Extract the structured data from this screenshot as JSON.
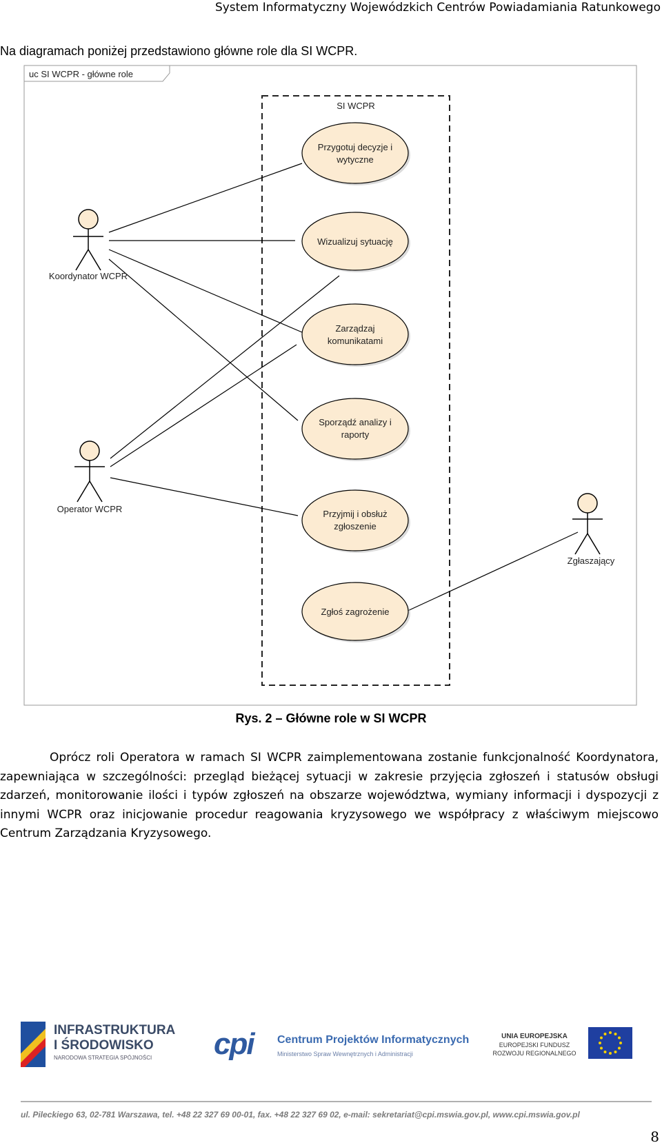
{
  "header": {
    "title": "System Informatyczny Wojewódzkich Centrów Powiadamiania Ratunkowego"
  },
  "intro_text": "Na diagramach poniżej przedstawiono główne  role dla SI WCPR.",
  "diagram": {
    "frame_label": "uc SI WCPR - główne role",
    "boundary_label": "SI WCPR",
    "actors": [
      {
        "name": "Koordynator WCPR"
      },
      {
        "name": "Operator WCPR"
      },
      {
        "name": "Zgłaszający"
      }
    ],
    "use_cases": [
      {
        "line1": "Przygotuj decyzje i",
        "line2": "wytyczne"
      },
      {
        "line1": "Wizualizuj sytuację",
        "line2": ""
      },
      {
        "line1": "Zarządzaj",
        "line2": "komunikatami"
      },
      {
        "line1": "Sporządź analizy i",
        "line2": "raporty"
      },
      {
        "line1": "Przyjmij i obsłuż",
        "line2": "zgłoszenie"
      },
      {
        "line1": "Zgłoś zagrożenie",
        "line2": ""
      }
    ],
    "colors": {
      "use_case_fill": "#fcebd2",
      "actor_fill": "#fcebd2",
      "line": "#000000"
    }
  },
  "caption": "Rys.  2 – Główne role w SI WCPR",
  "paragraph": "Oprócz roli Operatora w ramach SI WCPR zaimplementowana zostanie funkcjonalność Koordynatora, zapewniająca w szczególności: przegląd bieżącej sytuacji w zakresie przyjęcia zgłoszeń i statusów obsługi zdarzeń, monitorowanie ilości i typów zgłoszeń na obszarze województwa, wymiany informacji i dyspozycji z innymi WCPR oraz inicjowanie procedur reagowania kryzysowego we współpracy z właściwym miejscowo Centrum Zarządzania Kryzysowego.",
  "logos": {
    "infrastruktura_line1": "INFRASTRUKTURA",
    "infrastruktura_line2": "I ŚRODOWISKO",
    "infrastruktura_sub": "NARODOWA STRATEGIA SPÓJNOŚCI",
    "cpi_mark": "cpi",
    "cpi_name": "Centrum Projektów Informatycznych",
    "cpi_sub": "Ministerstwo Spraw Wewnętrznych i Administracji",
    "eu_line1": "UNIA EUROPEJSKA",
    "eu_line2": "EUROPEJSKI FUNDUSZ",
    "eu_line3": "ROZWOJU REGIONALNEGO"
  },
  "footer": {
    "address": "ul. Pileckiego 63, 02-781 Warszawa, tel. +48 22 327 69 00-01, fax. +48 22 327 69 02, e-mail: sekretariat@cpi.mswia.gov.pl, www.cpi.mswia.gov.pl",
    "page_number": "8"
  }
}
